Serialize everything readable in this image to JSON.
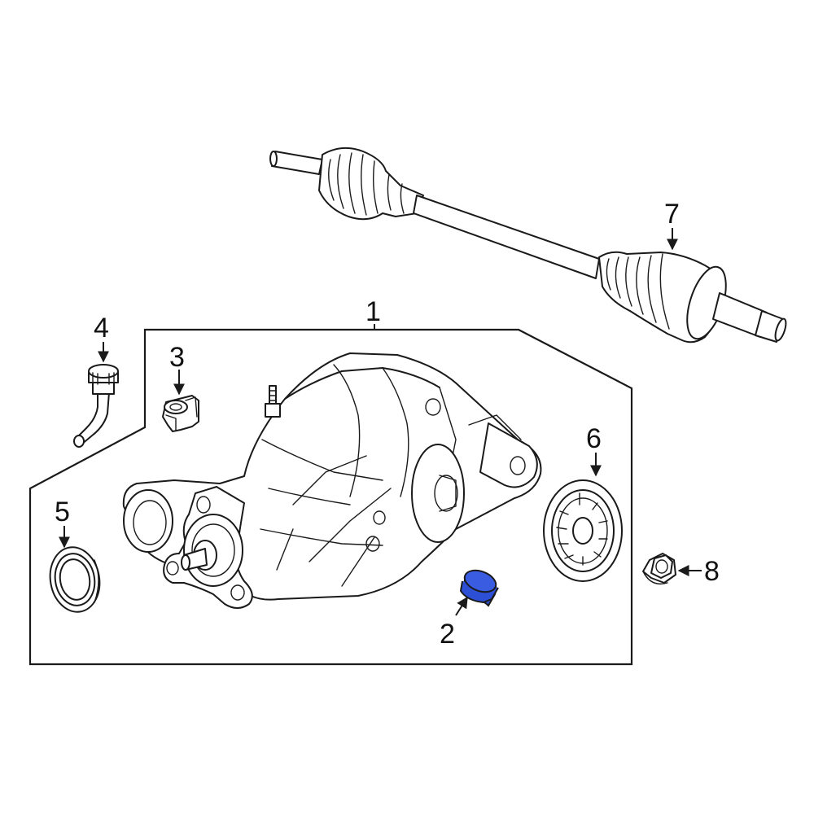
{
  "callouts": {
    "c1": "1",
    "c2": "2",
    "c3": "3",
    "c4": "4",
    "c5": "5",
    "c6": "6",
    "c7": "7",
    "c8": "8"
  },
  "colors": {
    "highlight": "#2d4fd6",
    "line": "#1a1a1a",
    "background": "#ffffff"
  }
}
